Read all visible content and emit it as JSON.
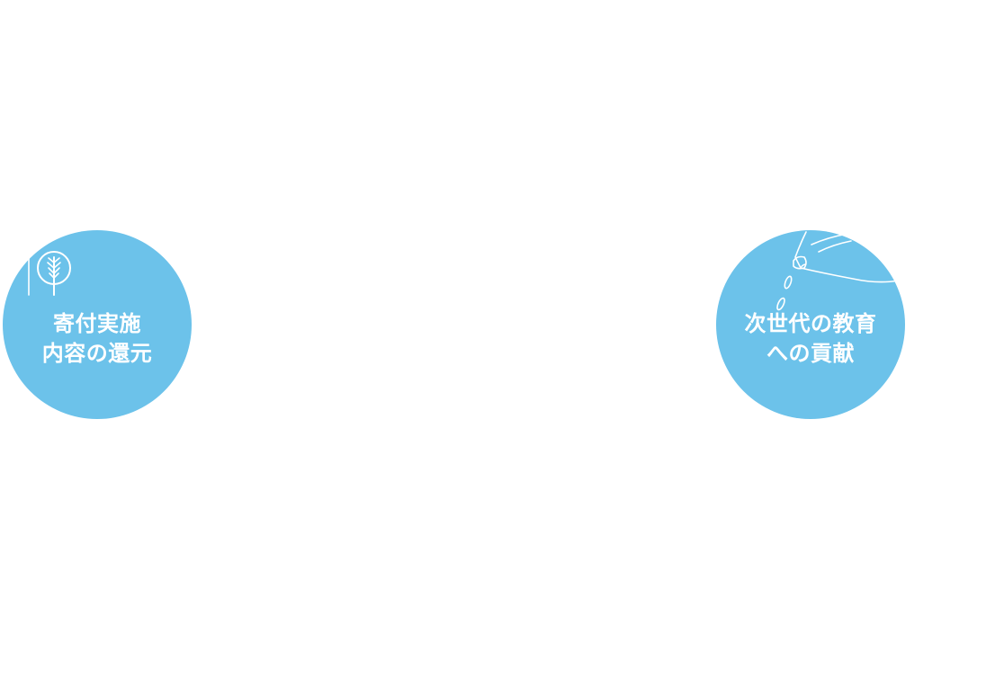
{
  "theme": {
    "circle_color": "#6cc2ea",
    "line_color": "#ffffff"
  },
  "features": [
    {
      "icon": "tree-icon",
      "lines": [
        "寄付実施",
        "内容の還元"
      ]
    },
    {
      "icon": "seed-bag-icon",
      "lines": [
        "次世代の教育",
        "への貢献"
      ]
    }
  ]
}
